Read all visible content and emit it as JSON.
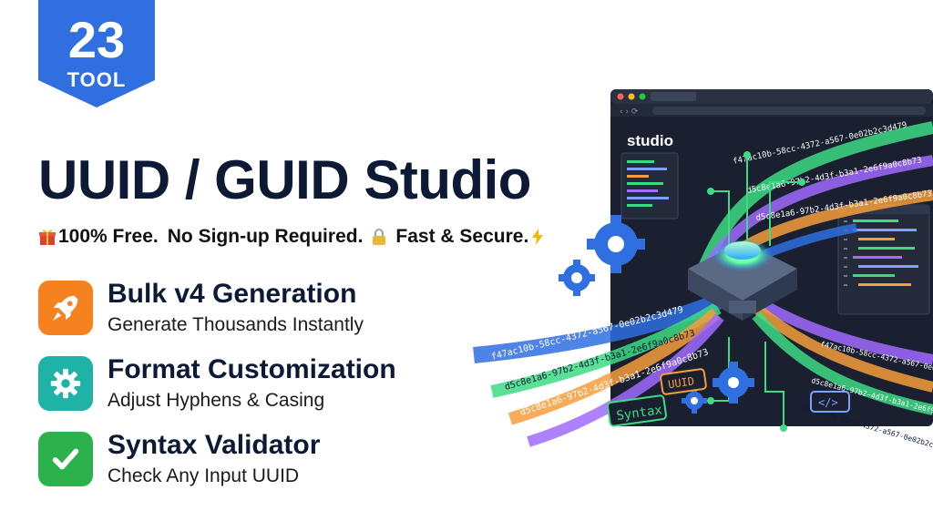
{
  "badge": {
    "number": "23",
    "label": "TOOL"
  },
  "title": "UUID / GUID Studio",
  "tagline": {
    "part1": "100% Free.",
    "part2": "No Sign-up Required.",
    "part3": "Fast & Secure.",
    "icons": [
      "gift-icon",
      "lock-icon",
      "lightning-icon"
    ]
  },
  "features": [
    {
      "title": "Bulk v4 Generation",
      "subtitle": "Generate Thousands Instantly",
      "icon": "rocket-icon",
      "color": "#f5821f"
    },
    {
      "title": "Format Customization",
      "subtitle": "Adjust Hyphens & Casing",
      "icon": "gear-icon",
      "color": "#1fb3a8"
    },
    {
      "title": "Syntax Validator",
      "subtitle": "Check Any Input UUID",
      "icon": "checkmark-icon",
      "color": "#2bb24c"
    }
  ],
  "illustration": {
    "window_title": "studio",
    "uuid_a": "f47ac10b-58cc-4372-a567-0e02b2c3d479",
    "uuid_b": "d5c8e1a6-97b2-4d3f-b3a1-2e6f9a0c8b73",
    "tag_syntax": "Syntax",
    "tag_uuid": "UUID",
    "tag_code": "</>",
    "colors": {
      "window": "#1c2230",
      "accent_blue": "#2f6fe0",
      "stream_green": "#3ddc84",
      "stream_orange": "#f59e3b",
      "stream_purple": "#a06bff"
    }
  }
}
